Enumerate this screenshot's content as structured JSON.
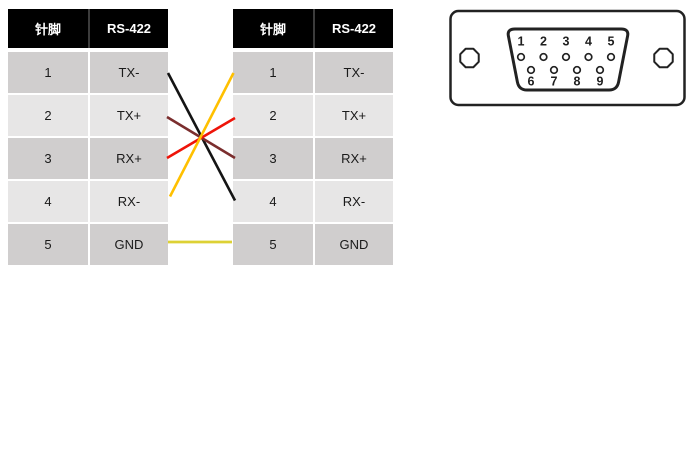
{
  "left_table": {
    "headers": [
      "针脚",
      "RS-422"
    ],
    "rows": [
      {
        "pin": "1",
        "signal": "TX-"
      },
      {
        "pin": "2",
        "signal": "TX+"
      },
      {
        "pin": "3",
        "signal": "RX+"
      },
      {
        "pin": "4",
        "signal": "RX-"
      },
      {
        "pin": "5",
        "signal": "GND"
      }
    ]
  },
  "right_table": {
    "headers": [
      "针脚",
      "RS-422"
    ],
    "rows": [
      {
        "pin": "1",
        "signal": "TX-"
      },
      {
        "pin": "2",
        "signal": "TX+"
      },
      {
        "pin": "3",
        "signal": "RX+"
      },
      {
        "pin": "4",
        "signal": "RX-"
      },
      {
        "pin": "5",
        "signal": "GND"
      }
    ]
  },
  "wires": [
    {
      "from_pin": "1",
      "from_signal": "TX-",
      "to_pin": "4",
      "to_signal": "RX-",
      "color": "#141414"
    },
    {
      "from_pin": "2",
      "from_signal": "TX+",
      "to_pin": "3",
      "to_signal": "RX+",
      "color": "#7b2e2e"
    },
    {
      "from_pin": "3",
      "from_signal": "RX+",
      "to_pin": "2",
      "to_signal": "TX+",
      "color": "#ee1409"
    },
    {
      "from_pin": "4",
      "from_signal": "RX-",
      "to_pin": "1",
      "to_signal": "TX-",
      "color": "#ffc000"
    },
    {
      "from_pin": "5",
      "from_signal": "GND",
      "to_pin": "5",
      "to_signal": "GND",
      "color": "#ddd135"
    }
  ],
  "connector": {
    "type": "DB9 female port drawing",
    "top_pins": [
      "1",
      "2",
      "3",
      "4",
      "5"
    ],
    "bottom_pins": [
      "6",
      "7",
      "8",
      "9"
    ]
  },
  "colors": {
    "table_header_bg": "#000000",
    "table_header_text": "#ffffff",
    "row_dark": "#d0cece",
    "row_light": "#e7e6e6",
    "connector_stroke": "#222222"
  }
}
